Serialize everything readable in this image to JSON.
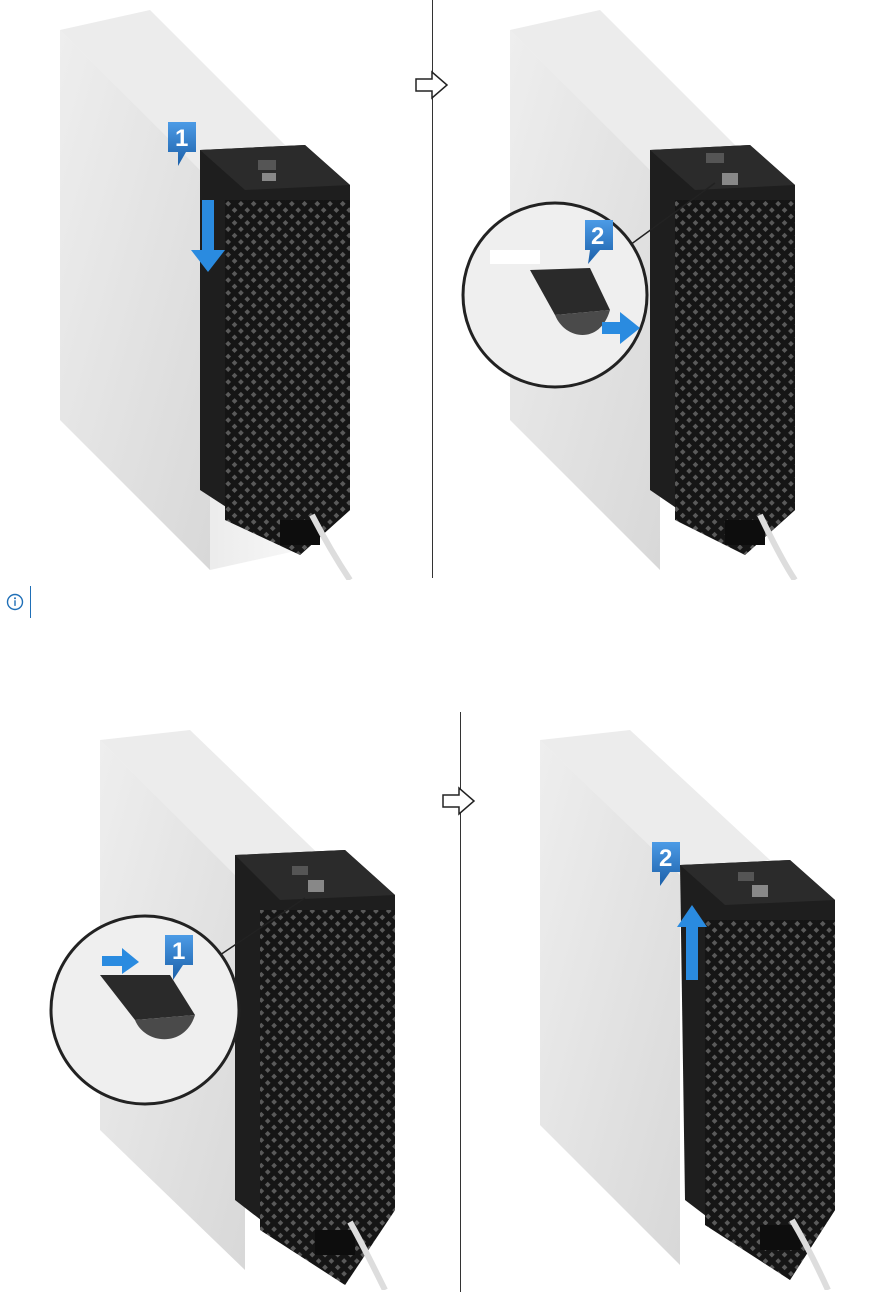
{
  "steps": {
    "top_left_badge": "1",
    "top_right_badge": "2",
    "bottom_left_badge": "1",
    "bottom_right_badge": "2"
  },
  "note": {
    "icon": "info-icon",
    "text": ""
  },
  "colors": {
    "badge": "#2a7dd1",
    "arrow": "#2a8be0",
    "chassis": "#c9c9c9",
    "cover": "#1b1b1b",
    "divider": "#333333"
  }
}
